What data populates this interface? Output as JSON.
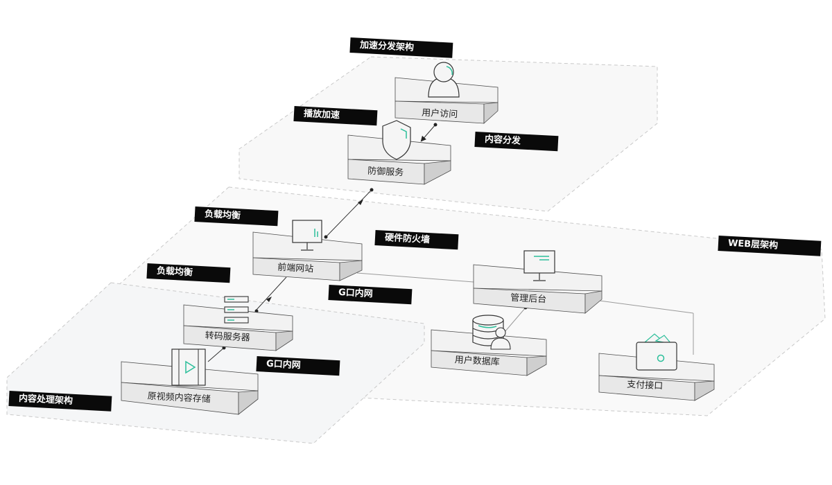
{
  "regions": {
    "acceleration": "加速分发架构",
    "web": "WEB层架构",
    "content_processing": "内容处理架构"
  },
  "tags": {
    "play_acceleration": "播放加速",
    "content_distribution": "内容分发",
    "load_balancing_top": "负载均衡",
    "hardware_firewall": "硬件防火墙",
    "load_balancing_bottom": "负载均衡",
    "g_intranet_1": "G口内网",
    "g_intranet_2": "G口内网"
  },
  "nodes": {
    "user_access": "用户访问",
    "defense_service": "防御服务",
    "frontend_site": "前端网站",
    "admin_backend": "管理后台",
    "user_database": "用户数据库",
    "payment_interface": "支付接口",
    "transcoding_server": "转码服务器",
    "video_storage": "原视频内容存储"
  },
  "colors": {
    "accent": "#2bbf9a",
    "tag_bg": "#0a0a0a",
    "box_top": "#f2f2f2",
    "box_front": "#e6e6e6",
    "box_side": "#cfcfcf",
    "stroke": "#4a4a4a"
  }
}
